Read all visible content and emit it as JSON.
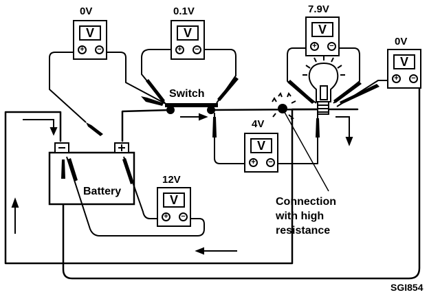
{
  "diagram": {
    "title_code": "SGI854",
    "components": {
      "battery": {
        "label": "Battery",
        "neg_terminal": "−",
        "pos_terminal": "+"
      },
      "switch": {
        "label": "Switch"
      },
      "bulb": {
        "label": ""
      },
      "high_resistance_note": "Connection\nwith high\nresistance"
    },
    "voltmeters": [
      {
        "id": "battery-neg-to-ground",
        "reading": "0V",
        "display": "V",
        "plus": "+",
        "minus": "−"
      },
      {
        "id": "across-switch",
        "reading": "0.1V",
        "display": "V",
        "plus": "+",
        "minus": "−"
      },
      {
        "id": "across-bulb",
        "reading": "7.9V",
        "display": "V",
        "plus": "+",
        "minus": "−"
      },
      {
        "id": "bulb-ground",
        "reading": "0V",
        "display": "V",
        "plus": "+",
        "minus": "−"
      },
      {
        "id": "across-connection",
        "reading": "4V",
        "display": "V",
        "plus": "+",
        "minus": "−"
      },
      {
        "id": "battery",
        "reading": "12V",
        "display": "V",
        "plus": "+",
        "minus": "−"
      }
    ]
  }
}
